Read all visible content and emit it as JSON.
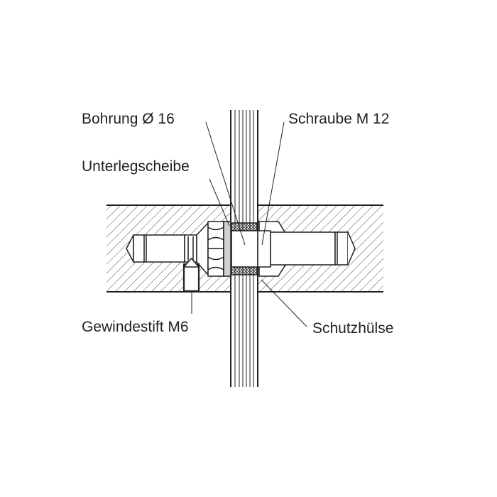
{
  "labels": {
    "bohrung": "Bohrung Ø 16",
    "schraube": "Schraube M 12",
    "unterlegscheibe": "Unterlegscheibe",
    "gewindestift": "Gewindestift M6",
    "schutzhuelse": "Schutzhülse"
  },
  "colors": {
    "line": "#231f20",
    "washer": "#d0d0d0"
  }
}
